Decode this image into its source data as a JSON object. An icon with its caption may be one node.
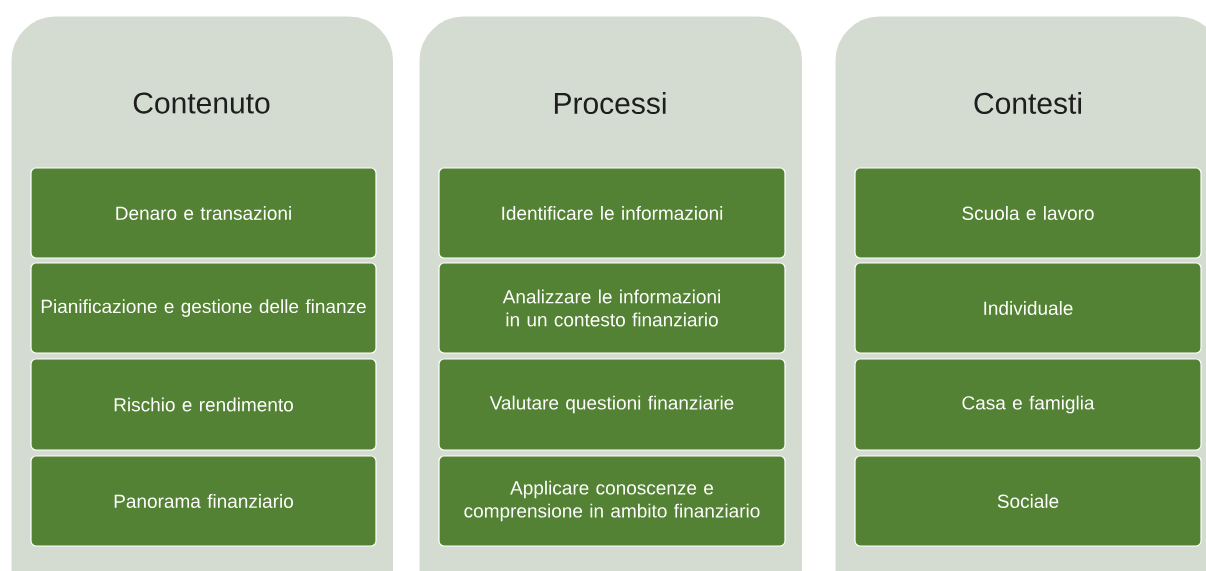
{
  "diagram": {
    "nodes": [
      {
        "text": [
          "Contenuto"
        ]
      },
      {
        "text": [
          "Denaro e transazioni"
        ],
        "in": 0
      },
      {
        "text": [
          "Pianificazione e gestione delle finanze"
        ],
        "in": 0
      },
      {
        "text": [
          "Rischio e rendimento"
        ],
        "in": 0
      },
      {
        "text": [
          "Panorama finanziario"
        ],
        "in": 0
      },
      {
        "text": [
          "Processi"
        ]
      },
      {
        "text": [
          "Identificare le informazioni"
        ],
        "in": 5
      },
      {
        "text": [
          "Analizzare le informazioni in un contesto finanziario"
        ],
        "in": 5
      },
      {
        "text": [
          "Valutare questioni finanziarie"
        ],
        "in": 5
      },
      {
        "text": [
          "Applicare conoscenze e comprensione in ambito finanziario"
        ],
        "in": 5
      },
      {
        "text": [
          "Contesti"
        ]
      },
      {
        "text": [
          "Scuola e lavoro"
        ],
        "in": 10
      },
      {
        "text": [
          "Individuale"
        ],
        "in": 10
      },
      {
        "text": [
          "Casa e famiglia"
        ],
        "in": 10
      },
      {
        "text": [
          "Sociale"
        ],
        "in": 10
      }
    ]
  }
}
